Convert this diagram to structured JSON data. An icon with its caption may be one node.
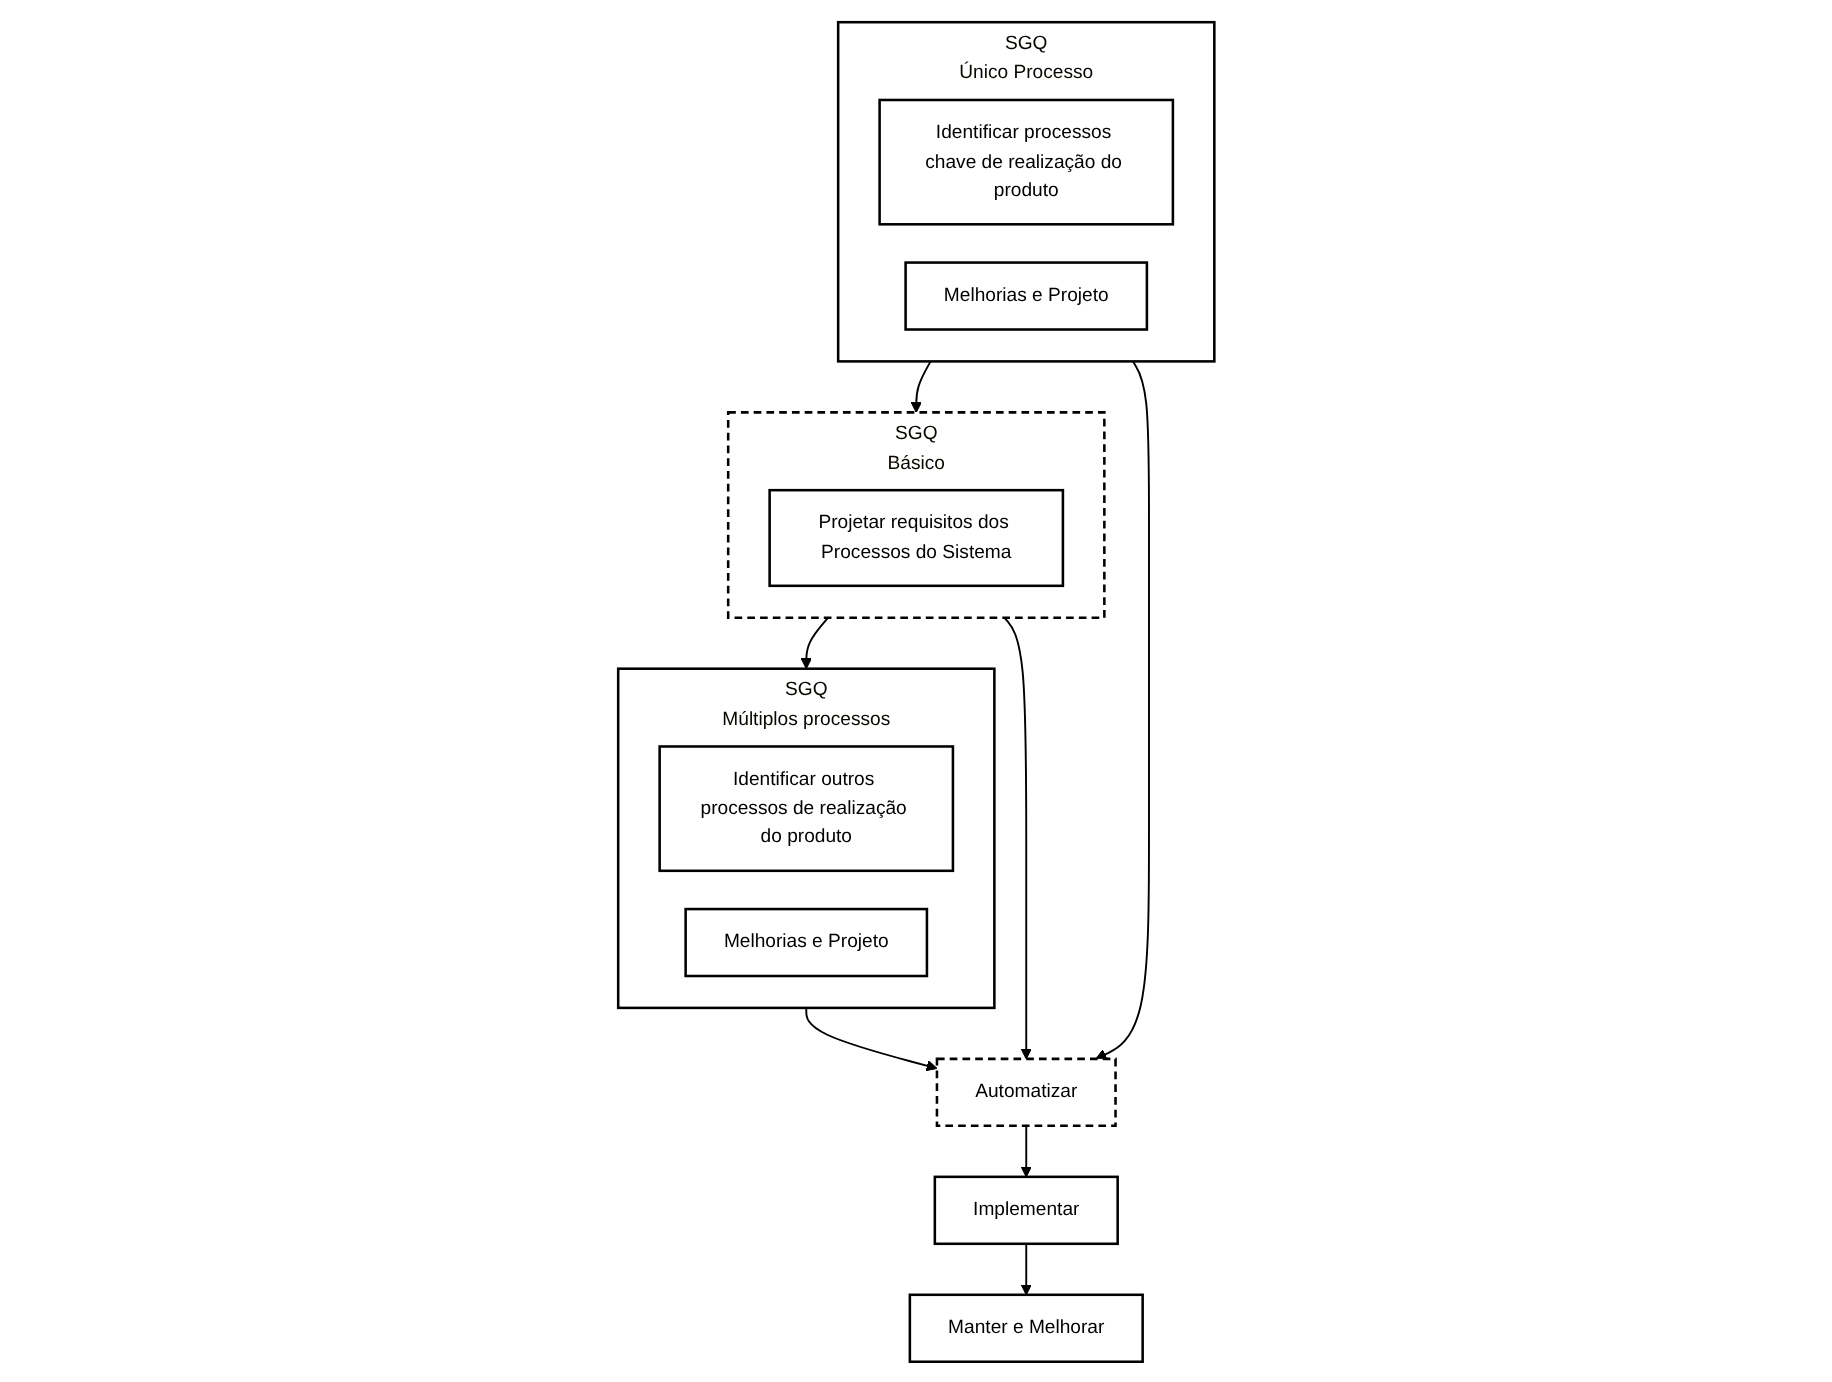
{
  "diagram": {
    "nodes": [
      {
        "text": [
          "SGQ",
          "Único Processo"
        ]
      },
      {
        "text": [
          "Identificar processos chave de realização do produto"
        ],
        "in": 0
      },
      {
        "text": [
          "Melhorias e Projeto"
        ],
        "in": 0
      },
      {
        "text": [
          "SGQ",
          "Básico"
        ]
      },
      {
        "text": [
          "Projetar requisitos dos Processos do Sistema"
        ],
        "in": 3
      },
      {
        "text": [
          "SGQ",
          "Múltiplos processos"
        ]
      },
      {
        "text": [
          "Identificar outros processos de realização do produto"
        ],
        "in": 5
      },
      {
        "text": [
          "Melhorias e Projeto"
        ],
        "in": 5
      },
      {
        "text": [
          "Automatizar"
        ]
      },
      {
        "text": [
          "Implementar"
        ]
      },
      {
        "text": [
          "Manter e Melhorar"
        ]
      }
    ],
    "edges": [
      {
        "from": 0,
        "to": 3,
        "arrow": "to"
      },
      {
        "from": 3,
        "to": 5,
        "arrow": "to"
      },
      {
        "from": 3,
        "to": 8,
        "arrow": "to"
      },
      {
        "from": 0,
        "to": 8,
        "arrow": "to"
      },
      {
        "from": 5,
        "to": 8,
        "arrow": "to"
      },
      {
        "from": 8,
        "to": 9,
        "arrow": "to"
      },
      {
        "from": 9,
        "to": 10,
        "arrow": "to"
      }
    ]
  }
}
